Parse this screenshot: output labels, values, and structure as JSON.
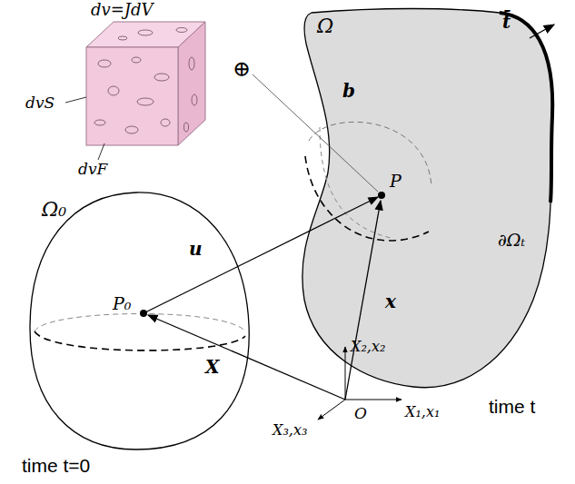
{
  "diagram": {
    "nodes": [
      {
        "text": [
          "Ω₀",
          "P₀"
        ]
      },
      {
        "text": [
          "Ω",
          "b",
          "P"
        ]
      }
    ],
    "labels": [
      "dv=JdV",
      "dvS",
      "dvF",
      "⊕",
      "t̄",
      "∂Ωₜ",
      "u",
      "x",
      "X",
      "X₂,x₂",
      "X₁,x₁",
      "X₃,x₃",
      "O",
      "time t=0",
      "time t"
    ]
  }
}
